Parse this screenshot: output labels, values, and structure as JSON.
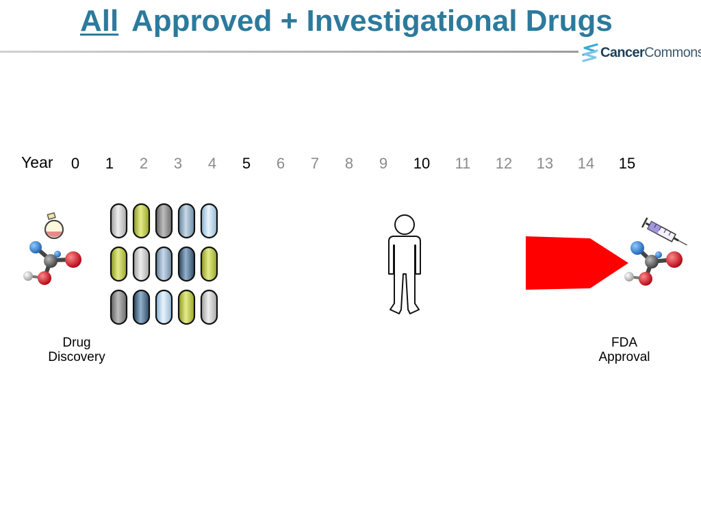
{
  "title": {
    "emphasis": "All",
    "rest": "Approved + Investigational Drugs"
  },
  "logo": {
    "bold": "Cancer",
    "light": "Commons",
    "icon": "cancer-commons-logo-icon"
  },
  "timeline": {
    "label": "Year",
    "ticks": [
      "0",
      "1",
      "2",
      "3",
      "4",
      "5",
      "6",
      "7",
      "8",
      "9",
      "10",
      "11",
      "12",
      "13",
      "14",
      "15"
    ],
    "major_ticks": [
      "0",
      "1",
      "5",
      "10",
      "15"
    ]
  },
  "captions": {
    "discovery_line1": "Drug",
    "discovery_line2": "Discovery",
    "approval_line1": "FDA",
    "approval_line2": "Approval"
  },
  "icons": {
    "flask": "flask-icon",
    "molecule": "molecule-icon",
    "syringe": "syringe-icon",
    "person": "person-icon",
    "arrow": "red-arrow-icon",
    "pill": "pill-icon"
  },
  "colors": {
    "title": "#2c7a9c",
    "arrow": "#ff0000",
    "pill_gray": "#c8c8c8",
    "pill_dark_gray": "#8c8c8c",
    "pill_lime": "#bcc832",
    "pill_steel": "#8aa6be",
    "pill_navy": "#3e6080",
    "pill_light_blue": "#b4d2ea"
  },
  "pills": {
    "rows": [
      [
        "gray",
        "lime",
        "dark_gray",
        "steel",
        "light_blue"
      ],
      [
        "lime",
        "gray",
        "steel",
        "navy",
        "lime"
      ],
      [
        "dark_gray",
        "navy",
        "light_blue",
        "lime",
        "gray"
      ]
    ]
  }
}
